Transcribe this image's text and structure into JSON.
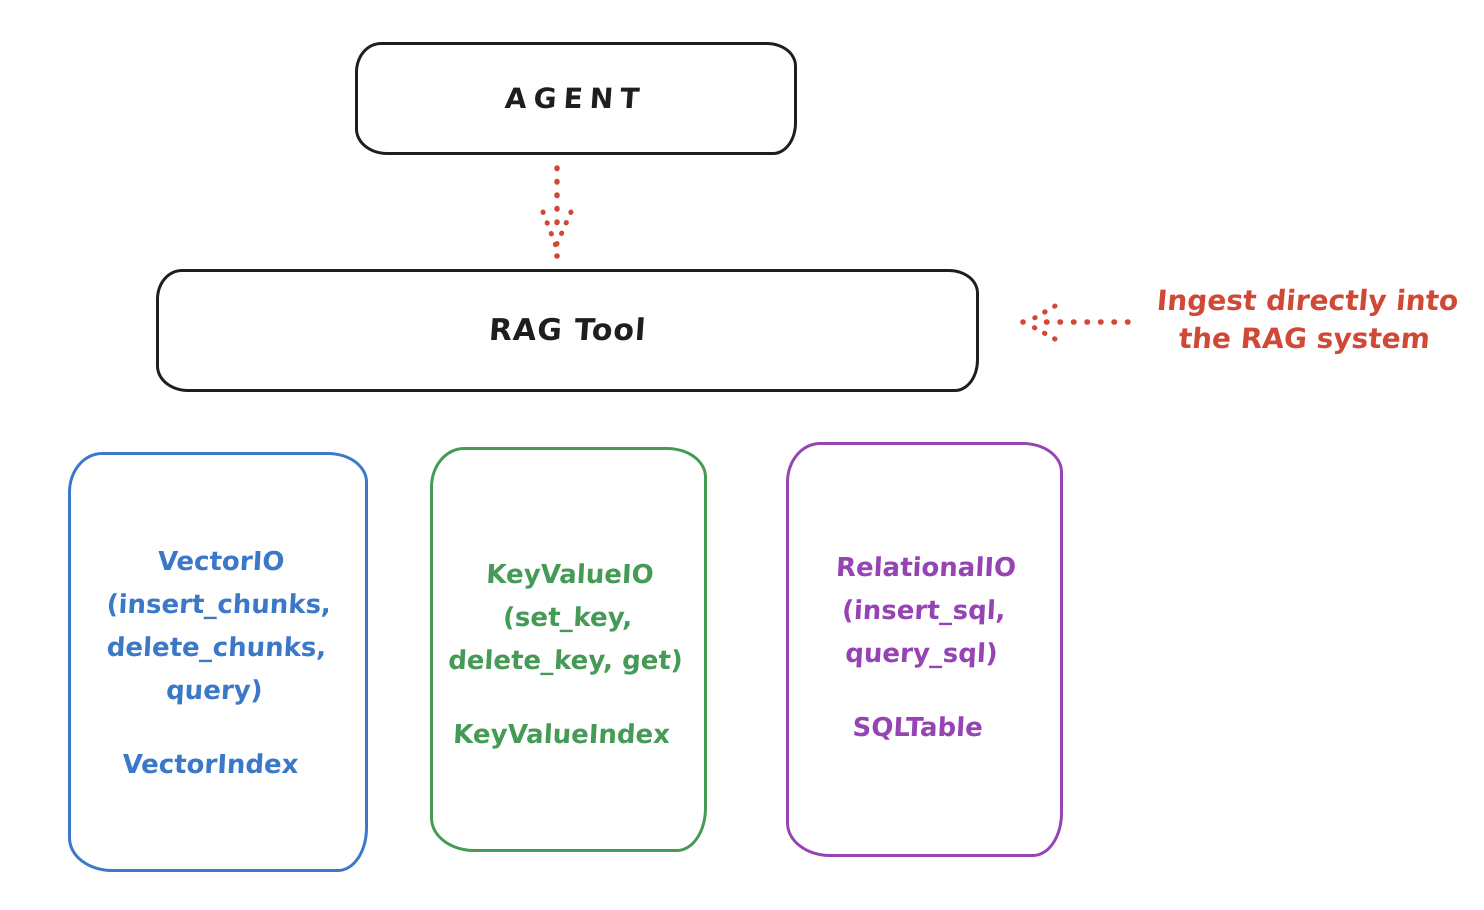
{
  "colors": {
    "ink": "#1e1e1e",
    "red": "#d04836",
    "blue": "#3b78c8",
    "green": "#459a55",
    "purple": "#9643b3",
    "bg": "#ffffff"
  },
  "agent_box": {
    "label": "AGENT"
  },
  "rag_tool_box": {
    "label": "RAG Tool"
  },
  "ingest_annotation": {
    "line1": "Ingest directly into",
    "line2": "the RAG system"
  },
  "arrows": {
    "agent_to_rag": "dotted-down-arrow",
    "ingest_to_rag": "dotted-left-arrow"
  },
  "io_boxes": [
    {
      "title": "VectorIO",
      "method_lines": [
        "(insert_chunks,",
        "delete_chunks,",
        "query)"
      ],
      "index_label": "VectorIndex",
      "color": "#3b78c8"
    },
    {
      "title": "KeyValueIO",
      "method_lines": [
        "(set_key,",
        "delete_key, get)"
      ],
      "index_label": "KeyValueIndex",
      "color": "#459a55"
    },
    {
      "title": "RelationalIO",
      "method_lines": [
        "(insert_sql,",
        "query_sql)"
      ],
      "index_label": "SQLTable",
      "color": "#9643b3"
    }
  ]
}
